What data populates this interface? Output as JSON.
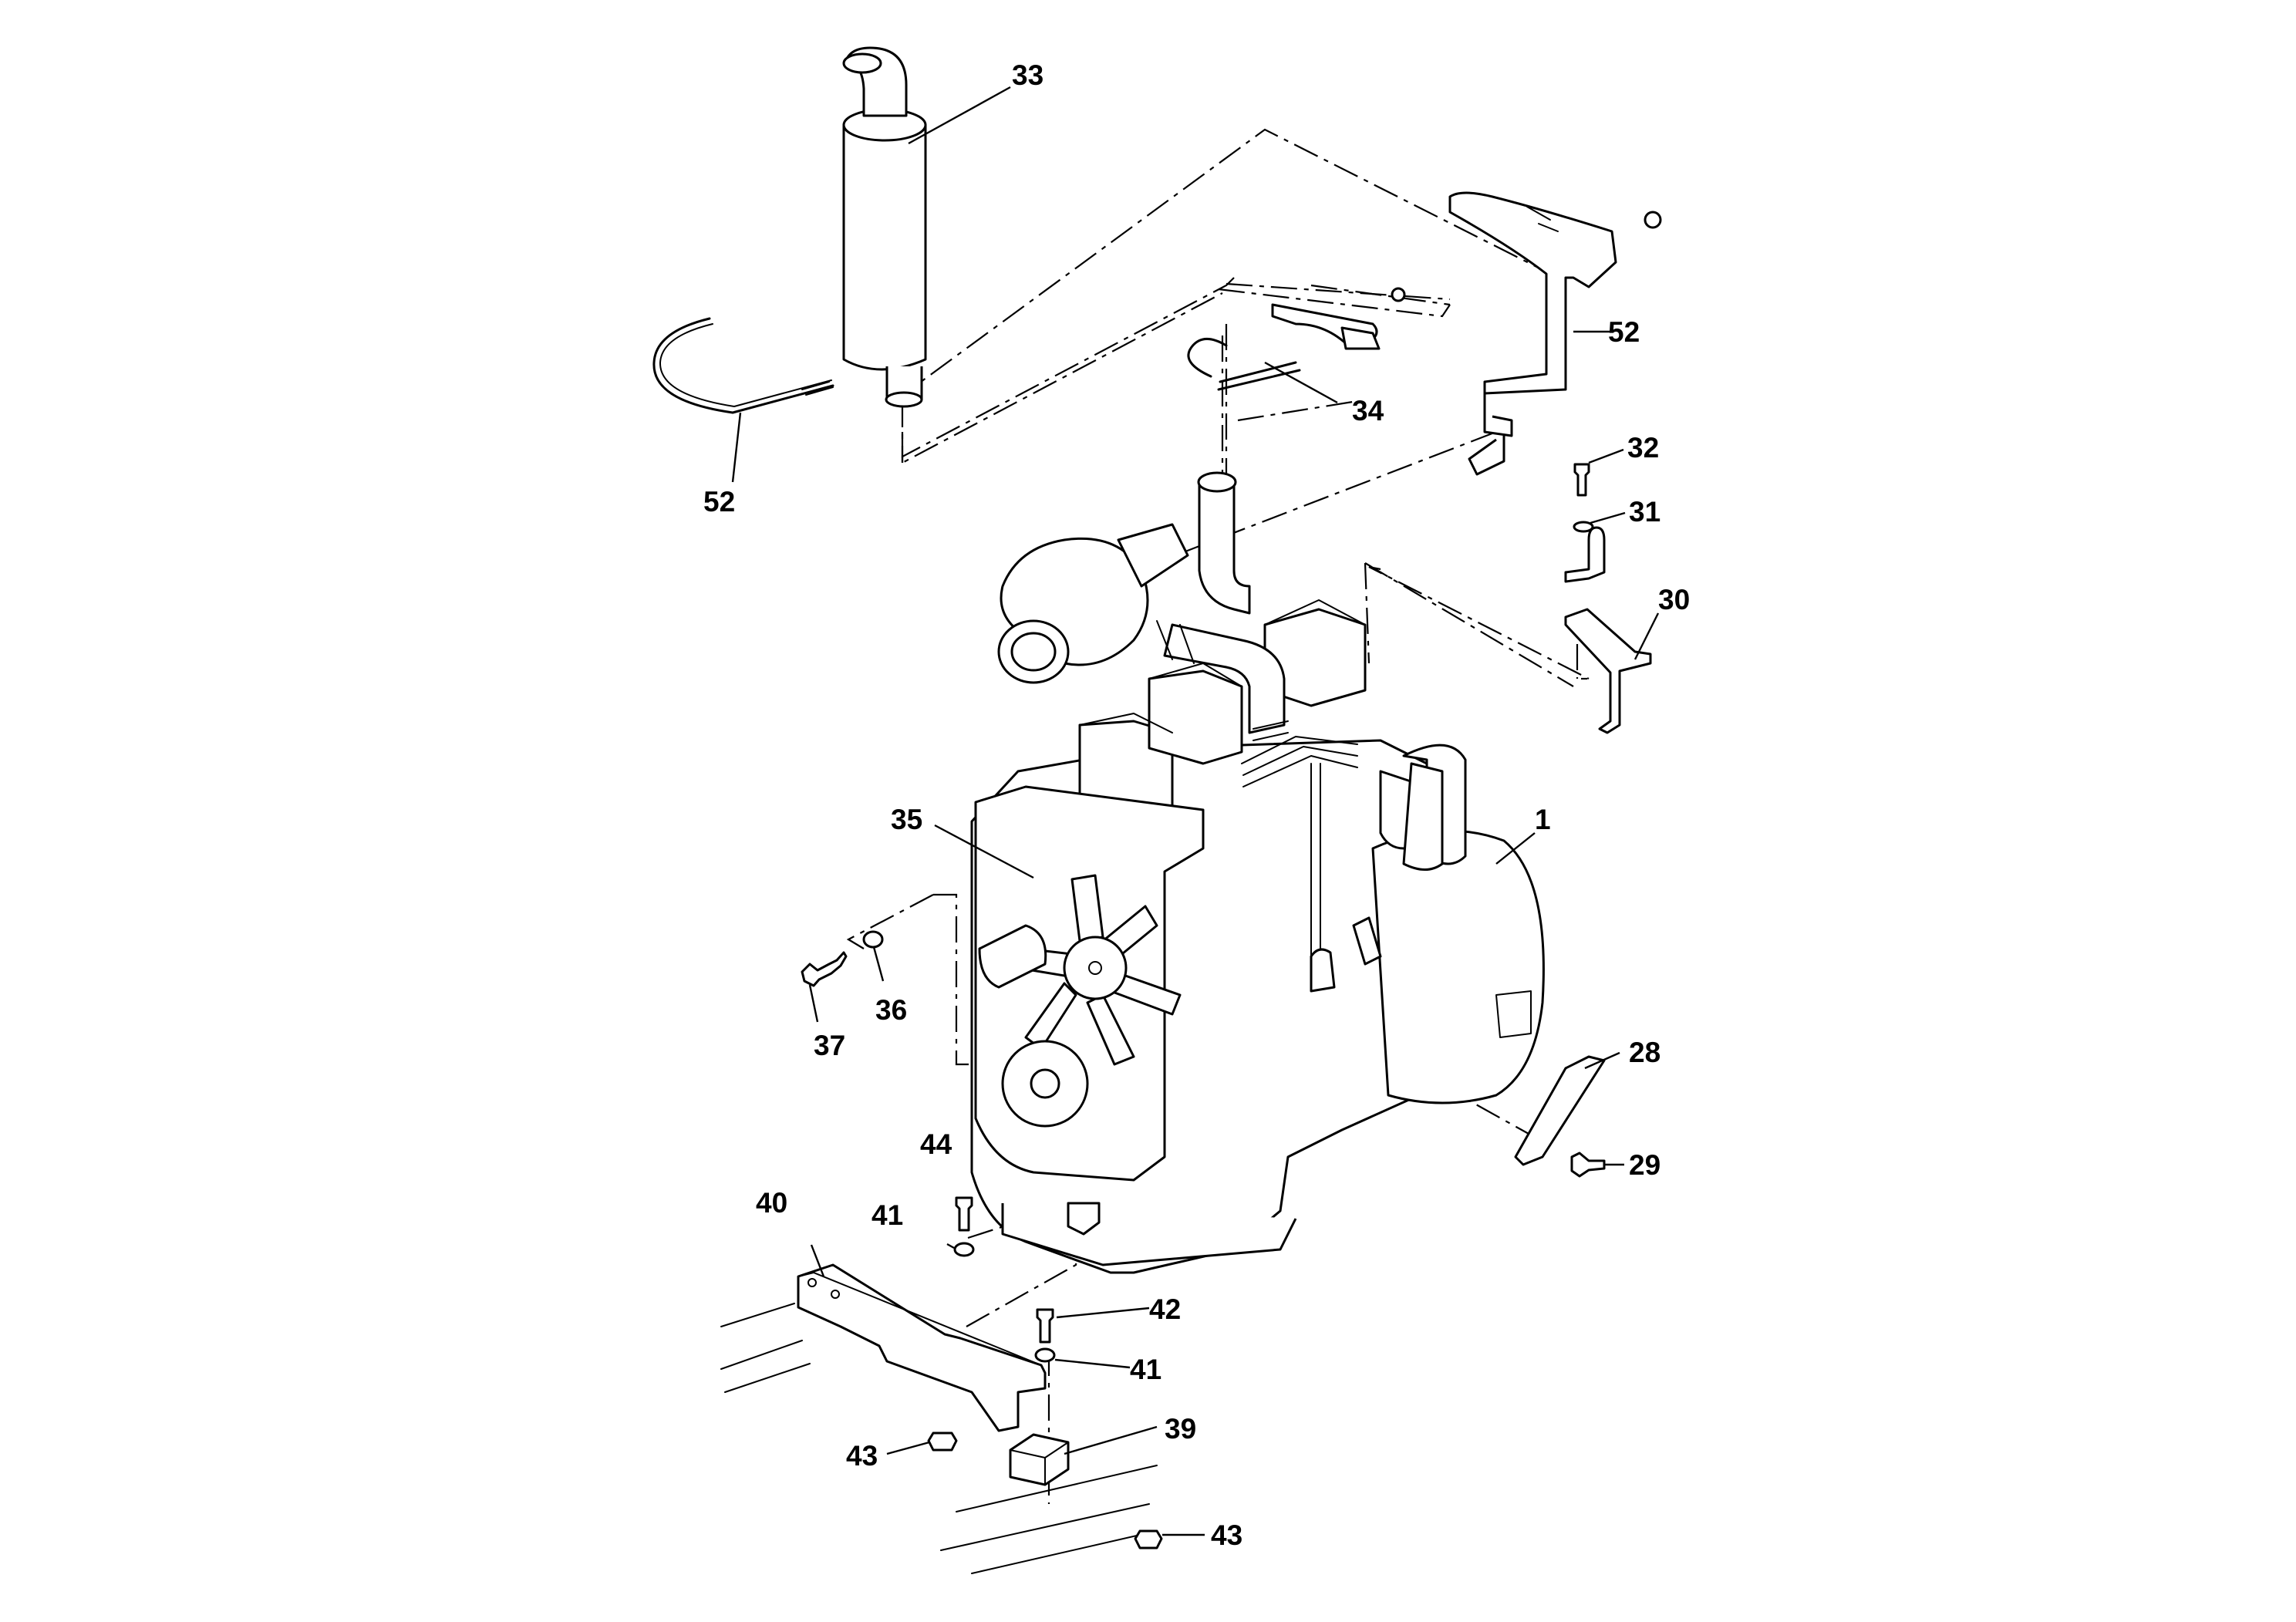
{
  "diagram": {
    "callouts": [
      {
        "id": "c-33",
        "text": "33"
      },
      {
        "id": "c-52a",
        "text": "52"
      },
      {
        "id": "c-52b",
        "text": "52"
      },
      {
        "id": "c-34",
        "text": "34"
      },
      {
        "id": "c-32",
        "text": "32"
      },
      {
        "id": "c-31",
        "text": "31"
      },
      {
        "id": "c-30",
        "text": "30"
      },
      {
        "id": "c-1",
        "text": "1"
      },
      {
        "id": "c-35",
        "text": "35"
      },
      {
        "id": "c-36",
        "text": "36"
      },
      {
        "id": "c-37",
        "text": "37"
      },
      {
        "id": "c-28",
        "text": "28"
      },
      {
        "id": "c-29",
        "text": "29"
      },
      {
        "id": "c-44",
        "text": "44"
      },
      {
        "id": "c-41a",
        "text": "41"
      },
      {
        "id": "c-40",
        "text": "40"
      },
      {
        "id": "c-42",
        "text": "42"
      },
      {
        "id": "c-41b",
        "text": "41"
      },
      {
        "id": "c-39",
        "text": "39"
      },
      {
        "id": "c-43a",
        "text": "43"
      },
      {
        "id": "c-43b",
        "text": "43"
      }
    ]
  }
}
